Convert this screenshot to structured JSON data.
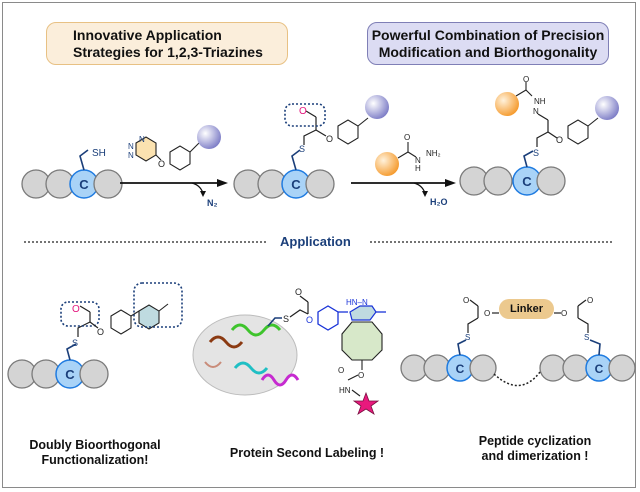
{
  "header": {
    "left_title_line1": "Innovative Application",
    "left_title_line2": "Strategies for 1,2,3-Triazines",
    "right_title_line1": "Powerful Combination of Precision",
    "right_title_line2": "Modification and Biorthogonality"
  },
  "reaction": {
    "peptide_residue_label": "C",
    "thiol_label": "SH",
    "step1_byproduct": "N₂",
    "step2_byproduct": "H₂O",
    "sulfur_label": "S",
    "oxygen_label": "O",
    "hydrazide_label": "NH₂",
    "hydrazide_nh": "N",
    "hydrazide_h": "H",
    "hydrazone_nh": "NH",
    "hydrazone_n": "N",
    "triazine_n": "N"
  },
  "application": {
    "section_label": "Application",
    "panels": [
      {
        "caption_line1": "Doubly Bioorthogonal",
        "caption_line2": "Functionalization!"
      },
      {
        "caption_line1": "Protein Second Labeling !",
        "caption_line2": ""
      },
      {
        "caption_line1": "Peptide cyclization",
        "caption_line2": "and dimerization !"
      }
    ],
    "linker_label": "Linker",
    "pyridazine_label": "HN–N",
    "carbamate_nh": "HN"
  },
  "colors": {
    "peptide_gray": "#d4d4d4",
    "cysteine_blue": "#a9d3f7",
    "sulfur_navy": "#1b3f7a",
    "aldehyde_pink": "#e4167e",
    "payload_purple": "#8f8fd0",
    "payload_orange": "#f7a84a",
    "star_magenta": "#e8197d",
    "scheme_blue": "#1a34d8"
  }
}
